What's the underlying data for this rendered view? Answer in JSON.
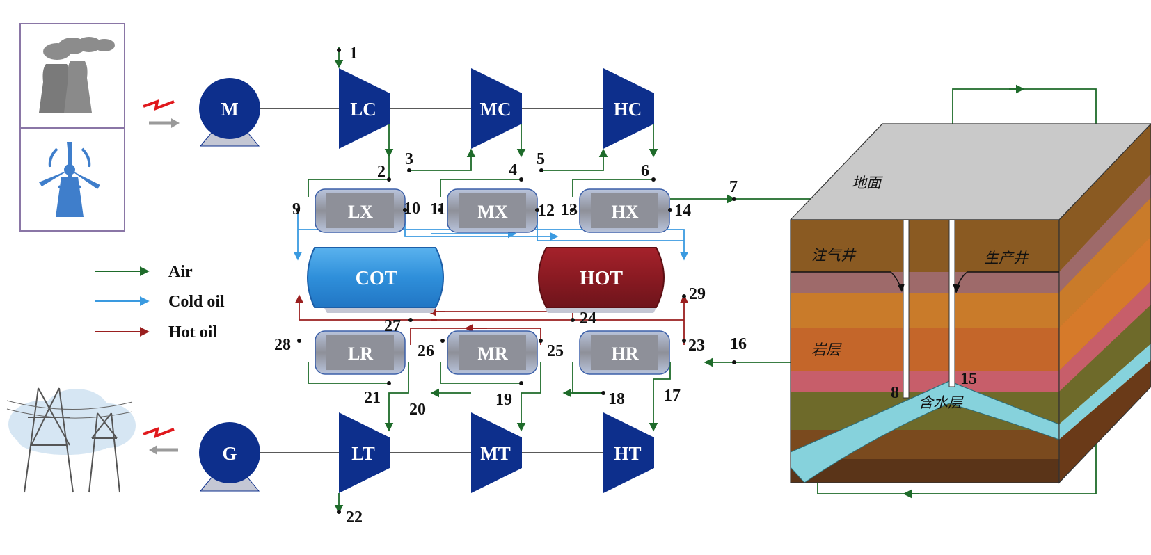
{
  "compressors": [
    {
      "id": "LC",
      "label": "LC"
    },
    {
      "id": "MC",
      "label": "MC"
    },
    {
      "id": "HC",
      "label": "HC"
    }
  ],
  "turbines": [
    {
      "id": "LT",
      "label": "LT"
    },
    {
      "id": "MT",
      "label": "MT"
    },
    {
      "id": "HT",
      "label": "HT"
    }
  ],
  "motor": {
    "label": "M"
  },
  "generator": {
    "label": "G"
  },
  "heat_exchangers_top": [
    {
      "id": "LX",
      "label": "LX"
    },
    {
      "id": "MX",
      "label": "MX"
    },
    {
      "id": "HX",
      "label": "HX"
    }
  ],
  "heat_exchangers_bottom": [
    {
      "id": "LR",
      "label": "LR"
    },
    {
      "id": "MR",
      "label": "MR"
    },
    {
      "id": "HR",
      "label": "HR"
    }
  ],
  "tanks": {
    "cold": "COT",
    "hot": "HOT"
  },
  "state_points": [
    "1",
    "2",
    "3",
    "4",
    "5",
    "6",
    "7",
    "8",
    "9",
    "10",
    "11",
    "12",
    "13",
    "14",
    "15",
    "16",
    "17",
    "18",
    "19",
    "20",
    "21",
    "22",
    "23",
    "24",
    "25",
    "26",
    "27",
    "28",
    "29"
  ],
  "legend": [
    {
      "label": "Air",
      "color": "#1e6b2a"
    },
    {
      "label": "Cold oil",
      "color": "#3a9ae0"
    },
    {
      "label": "Hot oil",
      "color": "#9a1f1f"
    }
  ],
  "geology_labels": {
    "surface": "地面",
    "injection_well": "注气井",
    "production_well": "生产井",
    "rock_layer": "岩层",
    "aquifer": "含水层"
  },
  "colors": {
    "machine_blue": "#0d2f8c",
    "air": "#1e6b2a",
    "cold_oil": "#3a9ae0",
    "hot_oil": "#9a1f1f",
    "cold_tank": "#3a96dc",
    "hot_tank": "#8e1c22",
    "aquifer": "#86d2dc"
  }
}
